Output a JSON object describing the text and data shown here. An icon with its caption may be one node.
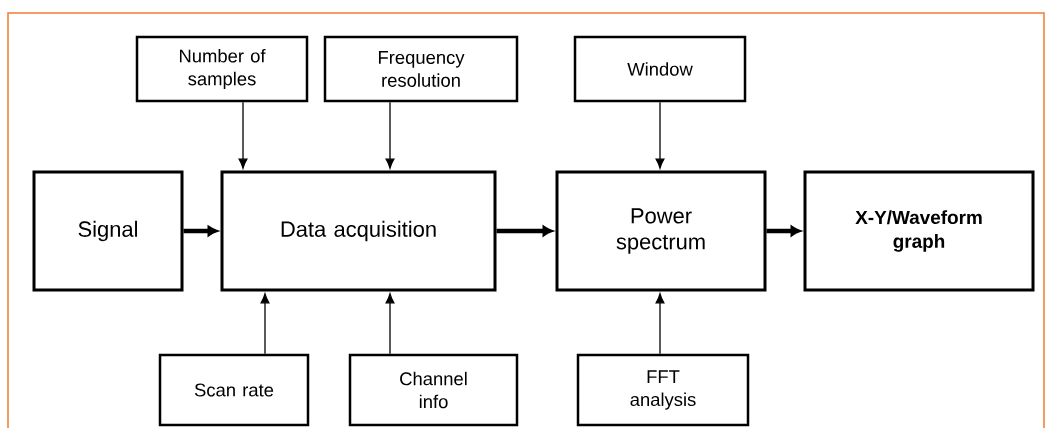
{
  "diagram": {
    "nodes": [
      {
        "text": [
          "Number of samples"
        ]
      },
      {
        "text": [
          "Frequency resolution"
        ]
      },
      {
        "text": [
          "Window"
        ]
      },
      {
        "text": [
          "Signal"
        ]
      },
      {
        "text": [
          "Data acquisition"
        ]
      },
      {
        "text": [
          "Power spectrum"
        ]
      },
      {
        "text": [
          "X-Y/Waveform graph"
        ]
      },
      {
        "text": [
          "Scan rate"
        ]
      },
      {
        "text": [
          "Channel info"
        ]
      },
      {
        "text": [
          "FFT analysis"
        ]
      }
    ],
    "edges": [
      {
        "from": 0,
        "to": 4,
        "arrow": "to"
      },
      {
        "from": 1,
        "to": 4,
        "arrow": "to"
      },
      {
        "from": 2,
        "to": 5,
        "arrow": "to"
      },
      {
        "from": 3,
        "to": 4,
        "arrow": "to",
        "style": "thick"
      },
      {
        "from": 4,
        "to": 5,
        "arrow": "to",
        "style": "thick"
      },
      {
        "from": 5,
        "to": 6,
        "arrow": "to",
        "style": "thick"
      },
      {
        "from": 7,
        "to": 4,
        "arrow": "to"
      },
      {
        "from": 8,
        "to": 4,
        "arrow": "to"
      },
      {
        "from": 9,
        "to": 5,
        "arrow": "to"
      }
    ]
  }
}
